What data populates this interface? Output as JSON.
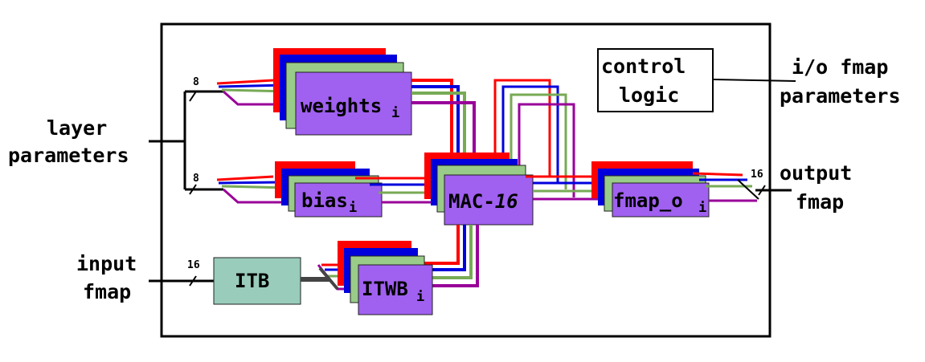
{
  "diagram": {
    "external_labels": {
      "layer_parameters": [
        "layer",
        "parameters"
      ],
      "input_fmap": [
        "input",
        "fmap"
      ],
      "output_fmap": [
        "output",
        "fmap"
      ],
      "io_fmap_parameters": [
        "i/o fmap",
        "parameters"
      ]
    },
    "bus_widths": {
      "weights_bus": "8",
      "bias_bus": "8",
      "input_bus": "16",
      "output_bus": "16"
    },
    "blocks": {
      "control_logic": [
        "control",
        "logic"
      ],
      "weights": {
        "name": "weights",
        "sub": "i"
      },
      "bias": {
        "name": "bias",
        "sub": "i"
      },
      "mac": {
        "name": "MAC-",
        "suffix": "16"
      },
      "fmap_out": {
        "name": "fmap_o",
        "sub": "i"
      },
      "itb": "ITB",
      "itwb": {
        "name": "ITWB",
        "sub": "i"
      }
    },
    "colors": {
      "red": "#ff0000",
      "blue": "#0000dd",
      "green": "#99cc88",
      "purple": "#a060f0",
      "purple_wire": "#990099",
      "itb_fill": "#99ccbb",
      "wire_green": "#77aa55"
    }
  }
}
